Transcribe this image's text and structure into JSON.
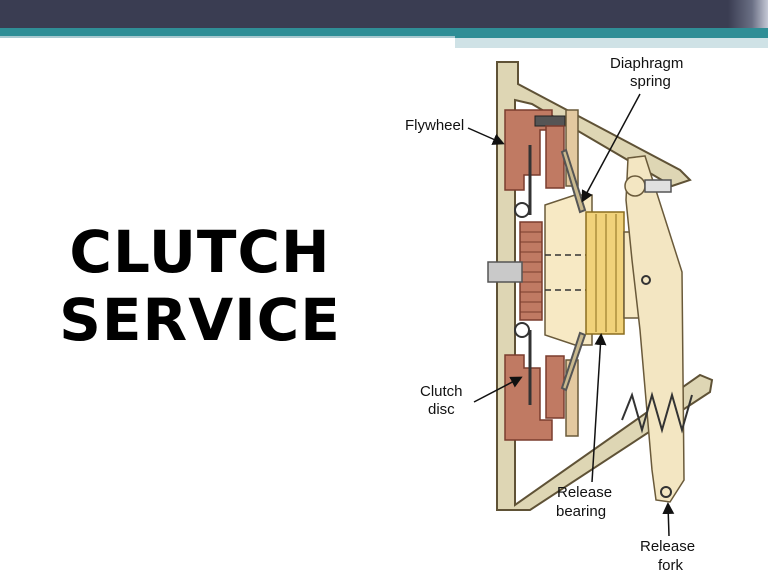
{
  "slide": {
    "title_line1": "CLUTCH",
    "title_line2": "SERVICE"
  },
  "diagram": {
    "labels": {
      "flywheel": "Flywheel",
      "diaphragm_1": "Diaphragm",
      "diaphragm_2": "spring",
      "clutch_disc_1": "Clutch",
      "clutch_disc_2": "disc",
      "release_bearing_1": "Release",
      "release_bearing_2": "bearing",
      "release_fork_1": "Release",
      "release_fork_2": "fork"
    }
  },
  "colors": {
    "top_bar": "#3a3d52",
    "teal_bar": "#2f8e96",
    "housing_fill": "#ded6b4",
    "housing_stroke": "#6a5a3a",
    "copper": "#c07a63",
    "copper_dark": "#8c4a3a",
    "bearing": "#f1d27a",
    "fork": "#f3e6c2",
    "hub": "#f7e9c4"
  }
}
